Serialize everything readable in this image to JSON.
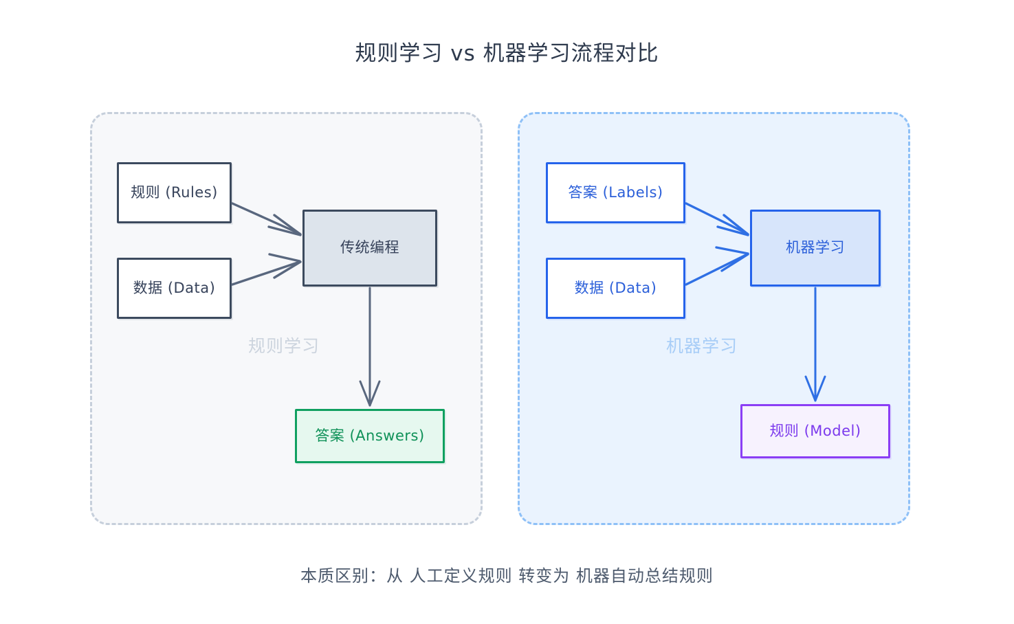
{
  "title": "规则学习 vs 机器学习流程对比",
  "caption": "本质区别：从 人工定义规则 转变为 机器自动总结规则",
  "colors": {
    "background": "#ffffff",
    "title_text": "#2e3a4d",
    "caption_text": "#4d5a6d",
    "slate_border": "#3c4a5e",
    "slate_text": "#36425a",
    "slate_fill": "#dde4ec",
    "blue_border": "#2563eb",
    "blue_text": "#2b5fd9",
    "blue_fill": "#d7e5fb",
    "green_border": "#10a060",
    "green_text": "#0f9158",
    "green_fill": "#e6f8ef",
    "purple_border": "#8b3ef5",
    "purple_text": "#7c3aed",
    "purple_fill": "#f7f2fe",
    "panel_left_border": "#c6cfdb",
    "panel_left_fill": "#f7f8fa",
    "panel_right_border": "#8ec0f7",
    "panel_right_fill": "#eaf3fe",
    "panel_label_left": "#ccd4de",
    "panel_label_right": "#a8cdf7",
    "arrow_slate": "#59677e",
    "arrow_blue": "#2f6fe4"
  },
  "panels": [
    {
      "id": "rule-learning",
      "watermark_label": "规则学习",
      "nodes": [
        {
          "id": "rules",
          "label": "规则 (Rules)",
          "role": "input"
        },
        {
          "id": "data",
          "label": "数据 (Data)",
          "role": "input"
        },
        {
          "id": "process",
          "label": "传统编程",
          "role": "process"
        },
        {
          "id": "output",
          "label": "答案 (Answers)",
          "role": "output"
        }
      ],
      "edges": [
        {
          "from": "rules",
          "to": "process"
        },
        {
          "from": "data",
          "to": "process"
        },
        {
          "from": "process",
          "to": "output"
        }
      ]
    },
    {
      "id": "machine-learning",
      "watermark_label": "机器学习",
      "nodes": [
        {
          "id": "labels",
          "label": "答案 (Labels)",
          "role": "input"
        },
        {
          "id": "data",
          "label": "数据 (Data)",
          "role": "input"
        },
        {
          "id": "process",
          "label": "机器学习",
          "role": "process"
        },
        {
          "id": "output",
          "label": "规则 (Model)",
          "role": "output"
        }
      ],
      "edges": [
        {
          "from": "labels",
          "to": "process"
        },
        {
          "from": "data",
          "to": "process"
        },
        {
          "from": "process",
          "to": "output"
        }
      ]
    }
  ]
}
